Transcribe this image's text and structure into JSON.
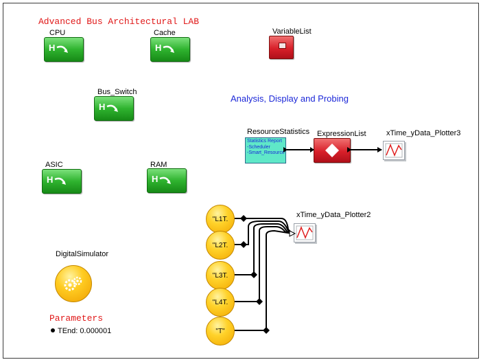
{
  "title": "Advanced Bus Architectural LAB",
  "section_label": "Analysis, Display and Probing",
  "blocks": {
    "cpu": "CPU",
    "cache": "Cache",
    "variable_list": "VariableList",
    "bus_switch": "Bus_Switch",
    "asic": "ASIC",
    "ram": "RAM",
    "resource_statistics": "ResourceStatistics",
    "expression_list": "ExpressionList",
    "plotter3": "xTime_yData_Plotter3",
    "plotter2": "xTime_yData_Plotter2",
    "digital_simulator": "DigitalSimulator"
  },
  "stats_report": {
    "line1": "Statistics Report",
    "line2": "-Scheduler",
    "line3": "-Smart_Resource"
  },
  "signals": [
    "\"L1T.",
    "\"L2T.",
    "\"L3T.",
    "\"L4T.",
    "\"T\""
  ],
  "parameters": {
    "heading": "Parameters",
    "item": "TEnd: 0.000001"
  },
  "colors": {
    "title_red": "#e01818",
    "label_blue": "#1c28d8",
    "block_green": "#2fb32f",
    "block_red": "#d8202a",
    "orb_yellow": "#ffd22a",
    "stats_teal": "#5fe8c8"
  }
}
